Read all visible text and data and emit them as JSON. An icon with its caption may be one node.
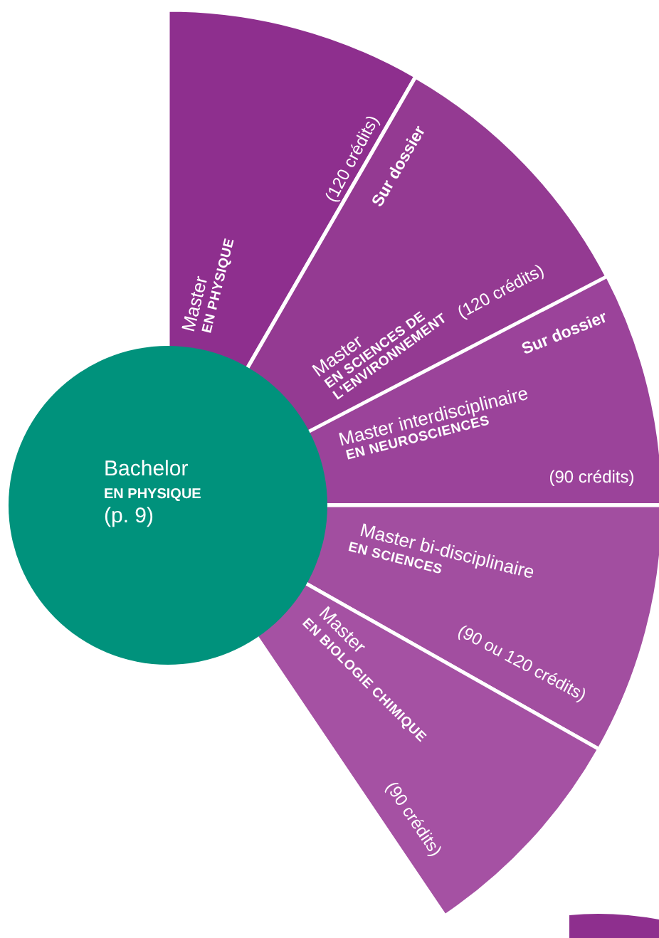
{
  "diagram": {
    "nodes": [
      {
        "text": [
          "Bachelor",
          "EN PHYSIQUE",
          "(p. 9)"
        ]
      },
      {
        "text": [
          "Master",
          "EN PHYSIQUE",
          "(120 crédits)"
        ]
      },
      {
        "text": [
          "Master",
          "EN SCIENCES DE L'ENVIRONNEMENT",
          "Sur dossier",
          "(120 crédits)"
        ]
      },
      {
        "text": [
          "Master interdisciplinaire",
          "EN NEUROSCIENCES",
          "Sur dossier",
          "(90 crédits)"
        ]
      },
      {
        "text": [
          "Master bi-disciplinaire",
          "EN SCIENCES",
          "(90 ou 120 crédits)"
        ]
      },
      {
        "text": [
          "Master",
          "EN BIOLOGIE CHIMIQUE",
          "(90 crédits)"
        ]
      }
    ]
  }
}
